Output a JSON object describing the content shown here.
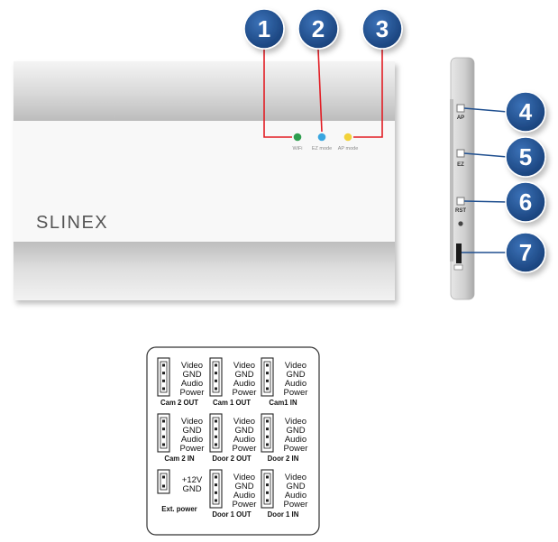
{
  "device": {
    "brand": "SLINEX",
    "leds": [
      {
        "label": "WiFi",
        "color": "#2e9e4e"
      },
      {
        "label": "EZ mode",
        "color": "#3aa6e0"
      },
      {
        "label": "AP mode",
        "color": "#f2d23a"
      }
    ]
  },
  "side_labels": [
    "AP",
    "EZ",
    "RST"
  ],
  "callouts": [
    "1",
    "2",
    "3",
    "4",
    "5",
    "6",
    "7"
  ],
  "connectors": [
    {
      "name": "Cam 2 OUT",
      "pins": [
        "Video",
        "GND",
        "Audio",
        "Power"
      ]
    },
    {
      "name": "Cam 1 OUT",
      "pins": [
        "Video",
        "GND",
        "Audio",
        "Power"
      ]
    },
    {
      "name": "Cam1 IN",
      "pins": [
        "Video",
        "GND",
        "Audio",
        "Power"
      ]
    },
    {
      "name": "Cam 2 IN",
      "pins": [
        "Video",
        "GND",
        "Audio",
        "Power"
      ]
    },
    {
      "name": "Door 2 OUT",
      "pins": [
        "Video",
        "GND",
        "Audio",
        "Power"
      ]
    },
    {
      "name": "Door 2 IN",
      "pins": [
        "Video",
        "GND",
        "Audio",
        "Power"
      ]
    },
    {
      "name": "Ext. power",
      "pins": [
        "+12V",
        "GND"
      ]
    },
    {
      "name": "Door 1 OUT",
      "pins": [
        "Video",
        "GND",
        "Audio",
        "Power"
      ]
    },
    {
      "name": "Door 1 IN",
      "pins": [
        "Video",
        "GND",
        "Audio",
        "Power"
      ]
    }
  ],
  "colors": {
    "callout": "#1f4f8f",
    "callout_edge": "#1a3f73",
    "led_line": "#e21d24",
    "line": "#1f4f8f"
  }
}
